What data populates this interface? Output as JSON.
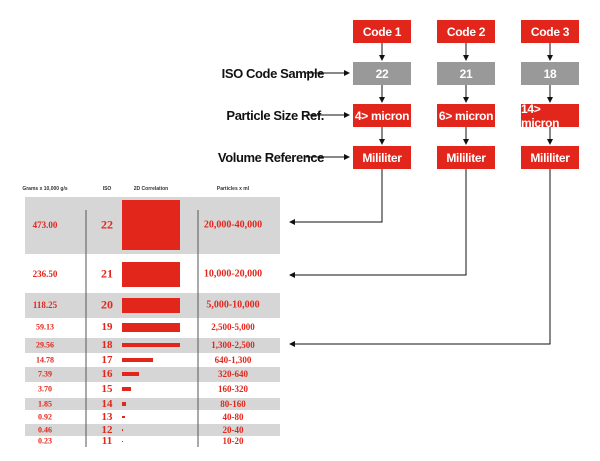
{
  "flow": {
    "row_labels": [
      "ISO Code Sample",
      "Particle Size Ref.",
      "Volume Reference"
    ],
    "columns": [
      {
        "code": "Code 1",
        "iso": "22",
        "size": "4> micron",
        "volume": "Mililiter"
      },
      {
        "code": "Code 2",
        "iso": "21",
        "size": "6> micron",
        "volume": "Mililiter"
      },
      {
        "code": "Code 3",
        "iso": "18",
        "size": "14> micron",
        "volume": "Mililiter"
      }
    ]
  },
  "table": {
    "headers": [
      "Grams x 10,000 g/s",
      "ISO",
      "2D Correlation",
      "Particles x ml"
    ],
    "rows": [
      {
        "grams": "473.00",
        "iso": "22",
        "particles": "20,000-40,000",
        "bar_w": 1.0,
        "bar_h": 1.0
      },
      {
        "grams": "236.50",
        "iso": "21",
        "particles": "10,000-20,000",
        "bar_w": 1.0,
        "bar_h": 0.5
      },
      {
        "grams": "118.25",
        "iso": "20",
        "particles": "5,000-10,000",
        "bar_w": 1.0,
        "bar_h": 0.3
      },
      {
        "grams": "59.13",
        "iso": "19",
        "particles": "2,500-5,000",
        "bar_w": 1.0,
        "bar_h": 0.18
      },
      {
        "grams": "29.56",
        "iso": "18",
        "particles": "1,300-2,500",
        "bar_w": 1.0,
        "bar_h": 0.08
      },
      {
        "grams": "14.78",
        "iso": "17",
        "particles": "640-1,300",
        "bar_w": 0.53,
        "bar_h": 0.08
      },
      {
        "grams": "7.39",
        "iso": "16",
        "particles": "320-640",
        "bar_w": 0.29,
        "bar_h": 0.08
      },
      {
        "grams": "3.70",
        "iso": "15",
        "particles": "160-320",
        "bar_w": 0.16,
        "bar_h": 0.08
      },
      {
        "grams": "1.85",
        "iso": "14",
        "particles": "80-160",
        "bar_w": 0.07,
        "bar_h": 0.08
      },
      {
        "grams": "0.92",
        "iso": "13",
        "particles": "40-80",
        "bar_w": 0.05,
        "bar_h": 0.04
      },
      {
        "grams": "0.46",
        "iso": "12",
        "particles": "20-40",
        "bar_w": 0.02,
        "bar_h": 0.03
      },
      {
        "grams": "0.23",
        "iso": "11",
        "particles": "10-20",
        "bar_w": 0.01,
        "bar_h": 0.02
      }
    ]
  },
  "colors": {
    "accent": "#e3261b",
    "sample": "#999999",
    "band": "#d6d6d6"
  }
}
